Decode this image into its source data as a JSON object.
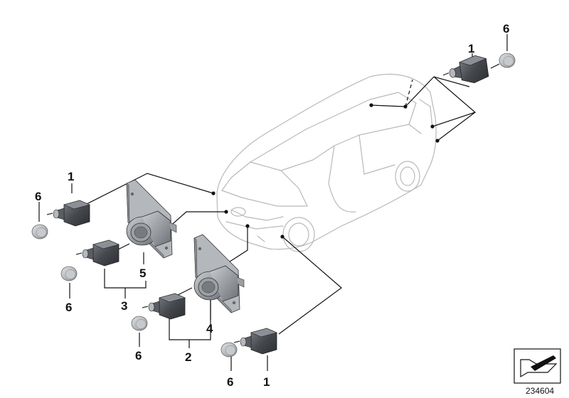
{
  "callouts": {
    "c1_top": "1",
    "c6_top": "6",
    "c1_left": "1",
    "c6_left": "6",
    "c5": "5",
    "c6_mid": "6",
    "c3": "3",
    "c4": "4",
    "c6_low": "6",
    "c2": "2",
    "c6_bottom": "6",
    "c1_bottom": "1"
  },
  "reference_number": "234604",
  "icons": {
    "sensor": "pdc-sensor-icon",
    "cap": "sensor-cap-icon",
    "holder": "sensor-holder-icon",
    "nav": "arrow-symbol-icon"
  },
  "colors": {
    "part_dark": "#3a3d42",
    "part_mid": "#6b6f75",
    "part_light": "#a9adb2",
    "car_outline": "#b9b9b9",
    "line": "#111111"
  }
}
